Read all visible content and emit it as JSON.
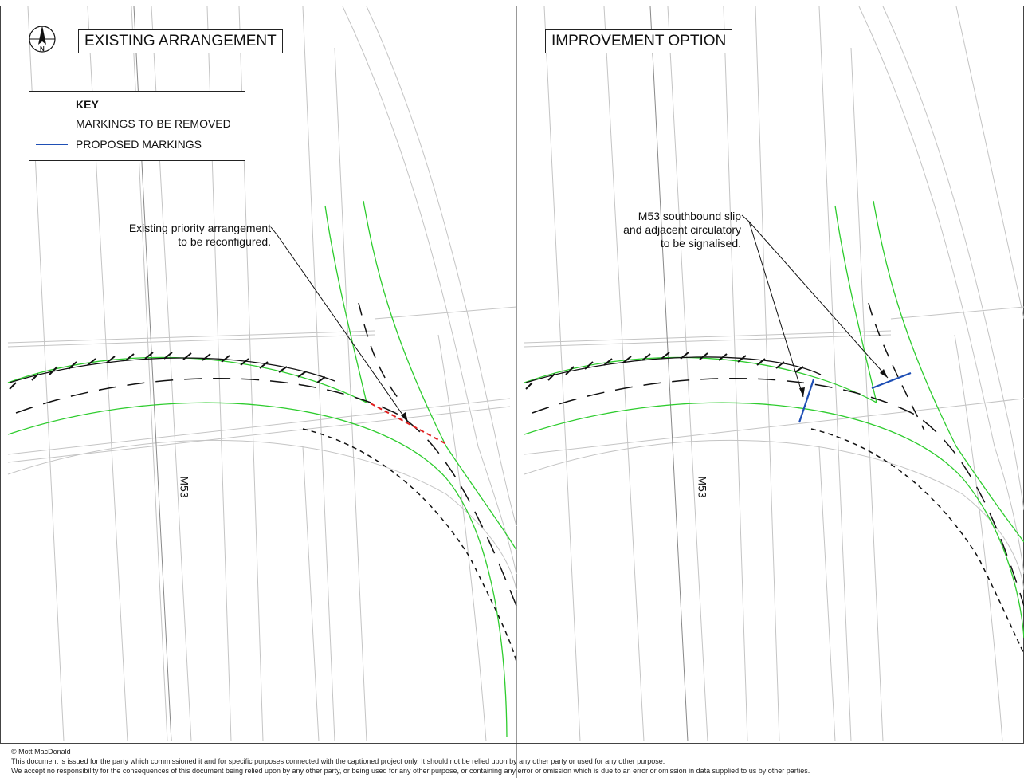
{
  "panels": {
    "left": {
      "title": "EXISTING ARRANGEMENT"
    },
    "right": {
      "title": "IMPROVEMENT OPTION"
    }
  },
  "north_arrow": {
    "label": "N"
  },
  "key": {
    "title": "KEY",
    "items": [
      {
        "label": "MARKINGS TO BE REMOVED",
        "color": "#e8484a"
      },
      {
        "label": "PROPOSED MARKINGS",
        "color": "#1f4fb5"
      }
    ]
  },
  "annotations": {
    "left": [
      "Existing priority arrangement",
      "to be reconfigured."
    ],
    "right": [
      "M53 southbound slip",
      "and adjacent circulatory",
      "to be signalised."
    ]
  },
  "road_label": "M53",
  "colors": {
    "kerb_line": "#2ecc2e",
    "removed_marking": "#e02020",
    "proposed_marking": "#1f4fb5",
    "background_lines": "#bdbdbd"
  },
  "footer": [
    "© Mott MacDonald",
    "This document is issued for the party which commissioned it and for specific purposes connected with the captioned project only. It should not be relied upon by any other party or used for any other purpose.",
    "We accept no responsibility for the consequences of this document being relied upon by any other party, or being used for any other purpose, or containing any error or omission which is due to an error or omission in data supplied to us by other parties."
  ]
}
